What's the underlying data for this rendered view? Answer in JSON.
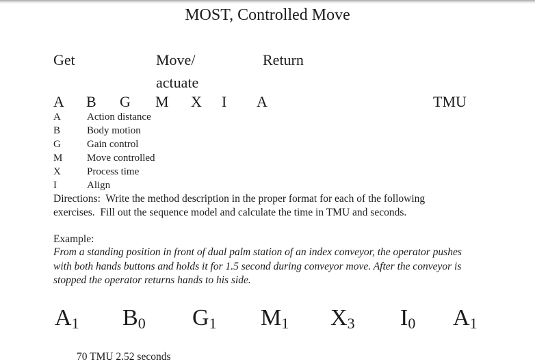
{
  "title": "MOST, Controlled Move",
  "phase_header": {
    "get": "Get",
    "move_line1": "Move/",
    "move_line2": "actuate",
    "return": "Return"
  },
  "sequence_model": {
    "letters": [
      "A",
      "B",
      "G",
      "M",
      "X",
      "I",
      "A"
    ],
    "unit": "TMU"
  },
  "legend": {
    "items": [
      {
        "letter": "A",
        "description": "Action distance"
      },
      {
        "letter": "B",
        "description": "Body motion"
      },
      {
        "letter": "G",
        "description": "Gain control"
      },
      {
        "letter": "M",
        "description": "Move controlled"
      },
      {
        "letter": "X",
        "description": "Process time"
      },
      {
        "letter": "I",
        "description": "Align"
      }
    ]
  },
  "directions": {
    "line1": "Directions:  Write the method description in the proper format for each of the following",
    "line2": "exercises.  Fill out the sequence model and calculate the time in TMU and seconds."
  },
  "example": {
    "label": "Example:",
    "lines": [
      "From a standing position in front of dual palm station of an index conveyor, the operator pushes",
      "with both hands buttons and holds it for 1.5 second during conveyor move. After the conveyor is",
      "stopped the operator returns hands to his side."
    ]
  },
  "answer_sequence": {
    "items": [
      {
        "letter": "A",
        "index": "1"
      },
      {
        "letter": "B",
        "index": "0"
      },
      {
        "letter": "G",
        "index": "1"
      },
      {
        "letter": "M",
        "index": "1"
      },
      {
        "letter": "X",
        "index": "3"
      },
      {
        "letter": "I",
        "index": "0"
      },
      {
        "letter": "A",
        "index": "1"
      }
    ]
  },
  "result_line_partial": "70 TMU 2.52 seconds",
  "colors": {
    "page_bg": "#ffffff",
    "text": "#1c1c1c",
    "top_bar": "#bfbfbf"
  }
}
